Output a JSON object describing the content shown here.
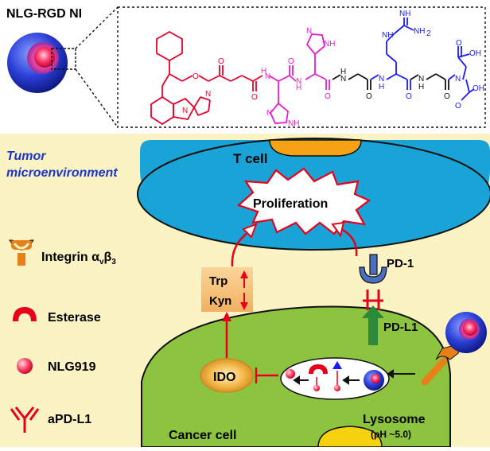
{
  "title": "NLG-RGD NI",
  "chemistry": {
    "nh": "NH",
    "n": "N",
    "o": "O",
    "h": "H",
    "oh": "OH",
    "nh2": "NH",
    "nh2_sub": "2"
  },
  "environment": {
    "label_line1": "Tumor",
    "label_line2": "microenvironment"
  },
  "tcell": {
    "label": "T cell",
    "proliferation": "Proliferation",
    "pd1": "PD-1"
  },
  "cancer": {
    "label": "Cancer cell",
    "pdl1": "PD-L1",
    "ido": "IDO",
    "lysosome": "Lysosome",
    "lysosome_ph": "(pH ~5.0)",
    "trp": "Trp",
    "kyn": "Kyn"
  },
  "legend": {
    "integrin_prefix": "Integrin α",
    "integrin_sub1": "v",
    "integrin_mid": "β",
    "integrin_sub2": "3",
    "esterase": "Esterase",
    "nlg919": "NLG919",
    "apdl1": "aPD-L1"
  },
  "colors": {
    "background_panel": "#fbf3c4",
    "tcell": "#1aa3d6",
    "cancer_cell": "#8cc43f",
    "nlg_red": "#e8002a",
    "his_magenta": "#e61ed2",
    "rgd_blue": "#1a1aff",
    "env_label": "#1b36c8",
    "arrow_red": "#e8001a",
    "green_arrow": "#2a8a3a"
  }
}
